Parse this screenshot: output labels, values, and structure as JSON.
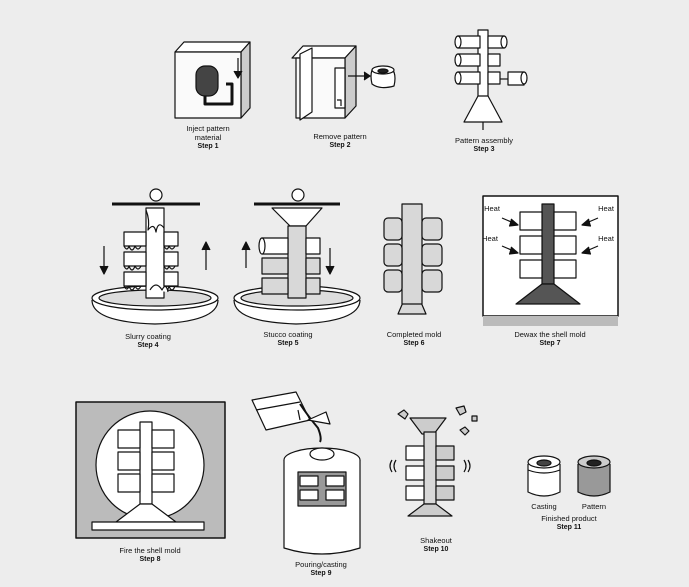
{
  "steps": [
    {
      "caption": "Inject pattern\nmaterial",
      "step": "Step 1"
    },
    {
      "caption": "Remove pattern",
      "step": "Step 2"
    },
    {
      "caption": "Pattern assembly",
      "step": "Step 3"
    },
    {
      "caption": "Slurry coating",
      "step": "Step 4"
    },
    {
      "caption": "Stucco coating",
      "step": "Step 5"
    },
    {
      "caption": "Completed mold",
      "step": "Step 6"
    },
    {
      "caption": "Dewax the shell mold",
      "step": "Step 7"
    },
    {
      "caption": "Fire the shell mold",
      "step": "Step 8"
    },
    {
      "caption": "Pouring/casting",
      "step": "Step 9"
    },
    {
      "caption": "Shakeout",
      "step": "Step 10"
    },
    {
      "caption": "Finished product",
      "step": "Step 11"
    }
  ],
  "labels": {
    "heat": "Heat",
    "casting": "Casting",
    "pattern": "Pattern"
  }
}
